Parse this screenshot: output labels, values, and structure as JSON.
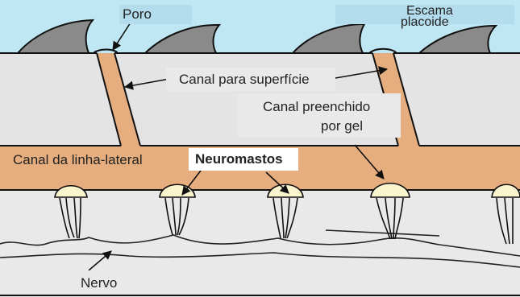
{
  "labels": {
    "poro": "Poro",
    "escama_line1": "Escama",
    "escama_line2": "placoide",
    "canal_superficie": "Canal para superfície",
    "canal_gel_line1": "Canal preenchido",
    "canal_gel_line2": "por gel",
    "canal_linha_lateral": "Canal da linha-lateral",
    "neuromastos": "Neuromastos",
    "nervo": "Nervo"
  },
  "colors": {
    "water": "#bfe6f3",
    "skin": "#e4e4e4",
    "tissue": "#e9e9e9",
    "canal": "#e6ae7f",
    "scale": "#8a8a8a",
    "neuromast": "#fbf5cf",
    "outline": "#111111"
  }
}
